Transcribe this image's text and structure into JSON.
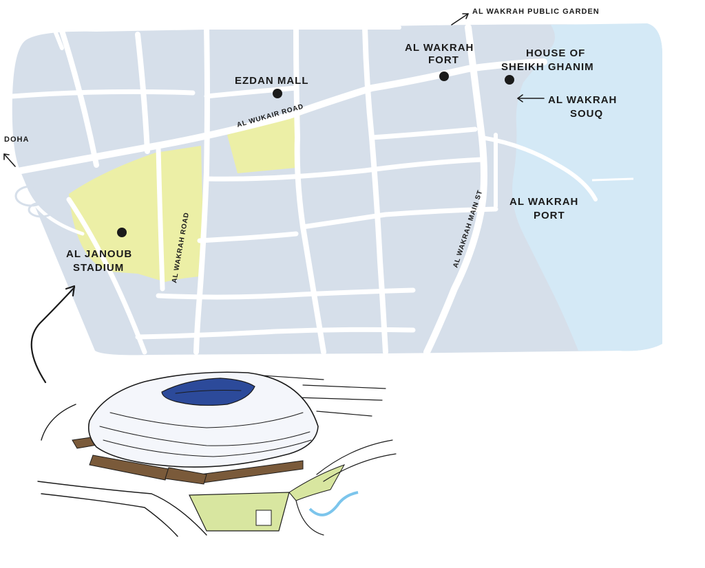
{
  "map": {
    "labels": {
      "al_wakrah_public_garden": "AL WAKRAH PUBLIC GARDEN",
      "al_wakrah_fort_line1": "AL WAKRAH",
      "al_wakrah_fort_line2": "FORT",
      "house_line1": "HOUSE OF",
      "house_line2": "SHEIKH GHANIM",
      "ezdan_mall": "EZDAN MALL",
      "souq_line1": "AL WAKRAH",
      "souq_line2": "SOUQ",
      "doha": "DOHA",
      "port_line1": "AL WAKRAH",
      "port_line2": "PORT",
      "stadium_line1": "AL JANOUB",
      "stadium_line2": "STADIUM"
    },
    "roads": {
      "al_wukair_road": "AL WUKAIR ROAD",
      "al_wakrah_road": "AL WAKRAH ROAD",
      "al_wakrah_main_st": "AL WAKRAH MAIN ST"
    },
    "colors": {
      "land": "#d6dfea",
      "sea": "#d4e9f6",
      "park": "#ecefa6",
      "road": "#ffffff",
      "ink": "#1b1b1b",
      "stadium_bowl": "#2c4a9a",
      "stadium_roof": "#f4f6fb",
      "stadium_canopy": "#7a5a3a",
      "grass": "#d8e6a0"
    },
    "icons": {
      "poi_marker": "filled-circle",
      "direction": "arrow"
    }
  }
}
